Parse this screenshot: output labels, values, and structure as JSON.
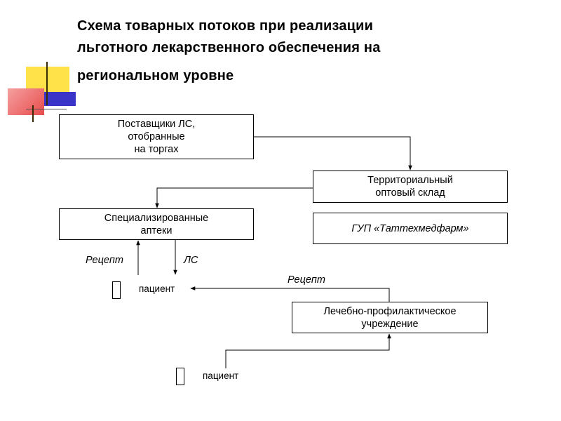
{
  "title": {
    "line1": "Схема товарных потоков при реализации",
    "line2": "льготного лекарственного обеспечения на",
    "line3": "региональном уровне"
  },
  "nodes": {
    "suppliers": "Поставщики ЛС,\nотобранные\nна торгах",
    "warehouse": "Территориальный\nоптовый склад",
    "pharmacies": "Специализированные\nаптеки",
    "gup": "ГУП «Таттехмедфарм»",
    "clinic": "Лечебно-профилактическое\nучреждение"
  },
  "labels": {
    "recipe_left": "Рецепт",
    "ls": "ЛС",
    "recipe_right": "Рецепт"
  },
  "patients": {
    "patient1": "пациент",
    "patient2": "пациент"
  },
  "colors": {
    "deco_yellow": "#ffe24a",
    "deco_red": "#ef6e6e",
    "deco_blue": "#3a35c8"
  }
}
